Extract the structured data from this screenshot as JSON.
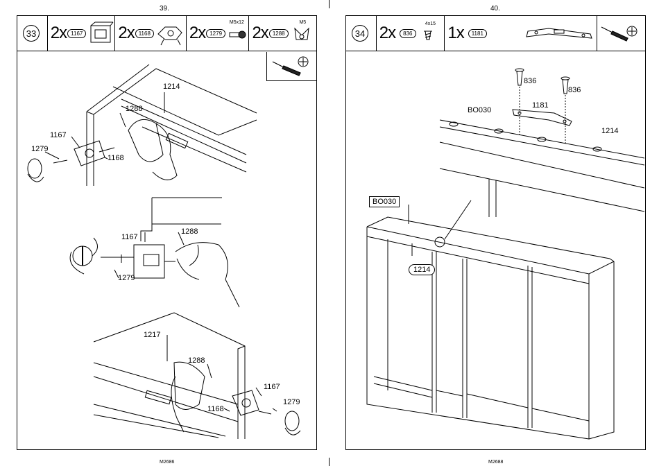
{
  "left": {
    "page_number": "39.",
    "footer": "M2686",
    "step": "33",
    "parts": [
      {
        "qty": "2x",
        "code": "1167"
      },
      {
        "qty": "2x",
        "code": "1168"
      },
      {
        "qty": "2x",
        "code": "1279",
        "spec": "M5x12"
      },
      {
        "qty": "2x",
        "code": "1288",
        "spec": "M5"
      }
    ],
    "labels": {
      "a_1214": "1214",
      "a_1288": "1288",
      "a_1167": "1167",
      "a_1279": "1279",
      "a_1168": "1168",
      "b_1167": "1167",
      "b_1288": "1288",
      "b_1279": "1279",
      "c_1217": "1217",
      "c_1288": "1288",
      "c_1167": "1167",
      "c_1279": "1279",
      "c_1168": "1168"
    },
    "tool_icons": [
      "screwdriver-icon",
      "phillips-cross-icon"
    ]
  },
  "right": {
    "page_number": "40.",
    "footer": "M2688",
    "step": "34",
    "parts": [
      {
        "qty": "2x",
        "code": "836",
        "spec": "4x15"
      },
      {
        "qty": "1x",
        "code": "1181"
      }
    ],
    "labels": {
      "s1": "836",
      "s2": "836",
      "bracket": "1181",
      "rail": "1214",
      "bo_top": "BO030",
      "bo_box": "BO030",
      "rail_pill": "1214"
    },
    "tool_icons": [
      "screwdriver-icon",
      "phillips-cross-icon"
    ]
  }
}
